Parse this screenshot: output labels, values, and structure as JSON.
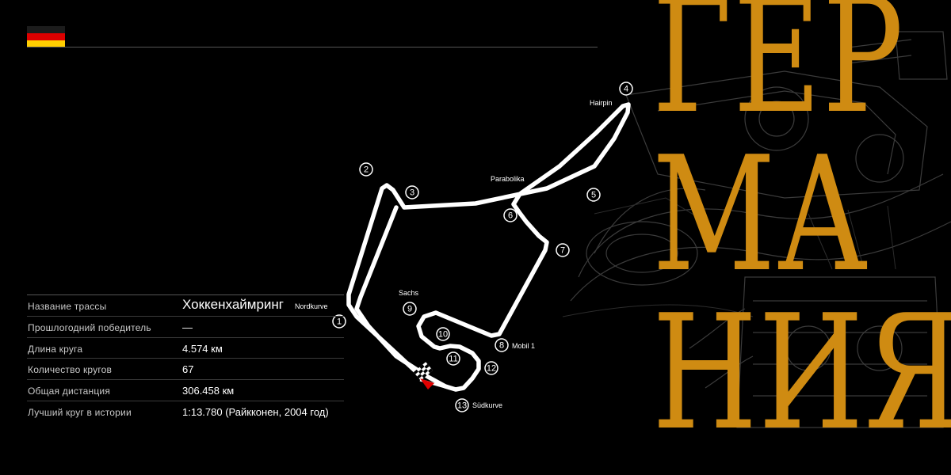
{
  "flag": {
    "name": "germany-flag",
    "colors": [
      "#1c1c1c",
      "#dd0000",
      "#ffce00"
    ]
  },
  "country_lines": [
    "ГЕР",
    "МА",
    "НИЯ"
  ],
  "accent_color": "#cf8b12",
  "info": {
    "rows": [
      {
        "label": "Название трассы",
        "value": "Хоккенхаймринг"
      },
      {
        "label": "Прошлогодний победитель",
        "value": "—"
      },
      {
        "label": "Длина круга",
        "value": "4.574 км"
      },
      {
        "label": "Количество кругов",
        "value": "67"
      },
      {
        "label": "Общая дистанция",
        "value": "306.458 км"
      },
      {
        "label": "Лучший круг в истории",
        "value": "1:13.780 (Райкконен, 2004 год)"
      }
    ]
  },
  "track": {
    "turns": [
      "1",
      "2",
      "3",
      "4",
      "5",
      "6",
      "7",
      "8",
      "9",
      "10",
      "11",
      "12",
      "13"
    ],
    "corner_names": [
      "Nordkurve",
      "Hairpin",
      "Parabolika",
      "Sachs",
      "Mobil 1",
      "Südkurve"
    ]
  }
}
